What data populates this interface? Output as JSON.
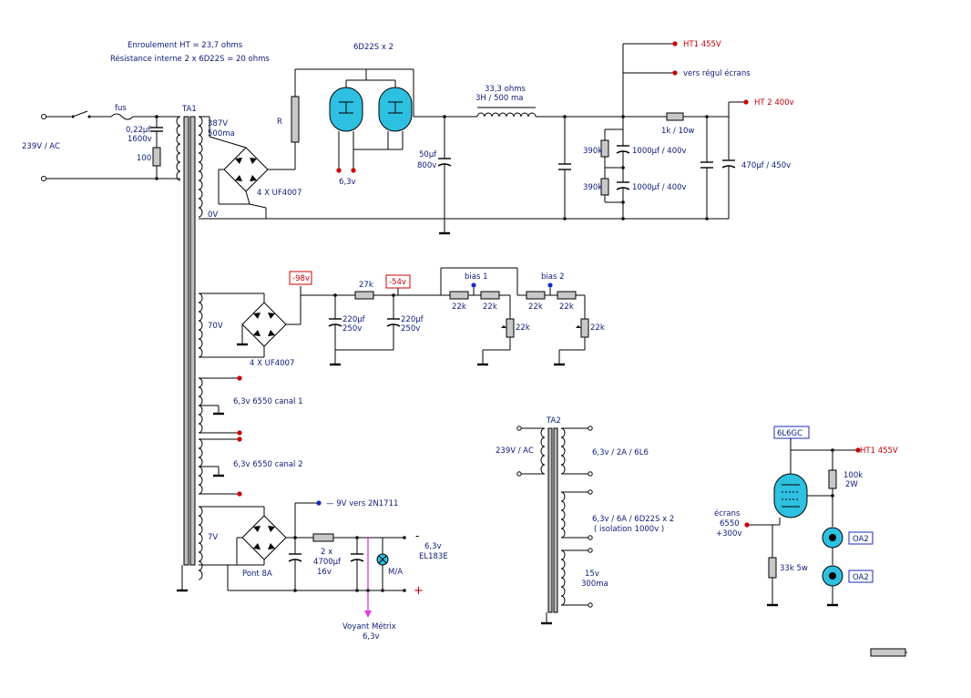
{
  "notes": {
    "winding": "Enroulement HT = 23,7 ohms",
    "internal": "Résistance interne 2 x 6D22S = 20 ohms"
  },
  "mains": {
    "voltage": "239V / AC",
    "fuse": "fus",
    "cap": "0,22µf\n1600v",
    "res": "100"
  },
  "ta1": {
    "label": "TA1",
    "ht_winding": "387V\n500ma",
    "zero": "0V",
    "bias_winding": "70V",
    "heater1": "6,3v 6550 canal 1",
    "heater2": "6,3v 6550 canal 2",
    "heater3": "7V"
  },
  "rect": {
    "r": "R",
    "bridge": "4 X UF4007",
    "tubes": "6D22S x 2",
    "heater": "6,3v"
  },
  "ht": {
    "cap_in": "50µf\n800v",
    "choke": "33,3 ohms\n3H / 500 ma",
    "res1": "390k",
    "cap1": "1000µf / 400v",
    "res2": "390k",
    "cap2": "1000µf / 400v",
    "drop": "1k / 10w",
    "cap_out": "470µf / 450v",
    "ht1": "HT1  455V",
    "screens": "vers régul écrans",
    "ht2": "HT 2  400v"
  },
  "bias": {
    "bridge": "4 X UF4007",
    "v98": "-98v",
    "v54": "-54v",
    "r27": "27k",
    "cap1": "220µf\n250v",
    "cap2": "220µf\n250v",
    "bias1": "bias 1",
    "bias2": "bias 2",
    "r22a": "22k",
    "r22b": "22k",
    "pot1": "22k",
    "r22c": "22k",
    "r22d": "22k",
    "pot2": "22k"
  },
  "lowv": {
    "m9": "— 9V  vers 2N1711",
    "bridge": "Pont 8A",
    "caps": "2 x\n4700µf\n16v",
    "out": "6,3v\nEL183E",
    "minus": "-",
    "plus": "+",
    "ma": "M/A",
    "lamp": "Voyant Métrix\n6,3v"
  },
  "ta2": {
    "label": "TA2",
    "primary": "239V / AC",
    "s1": "6,3v / 2A / 6L6",
    "s2": "6,3v / 6A / 6D22S x 2\n( isolation 1000v )",
    "s3": "15v\n300ma"
  },
  "reg": {
    "tube": "6L6GC",
    "ht1": "HT1 455V",
    "r100": "100k\n2W",
    "screens": "écrans\n6550\n+300v",
    "r33": "33k 5w",
    "oa2a": "OA2",
    "oa2b": "OA2"
  }
}
